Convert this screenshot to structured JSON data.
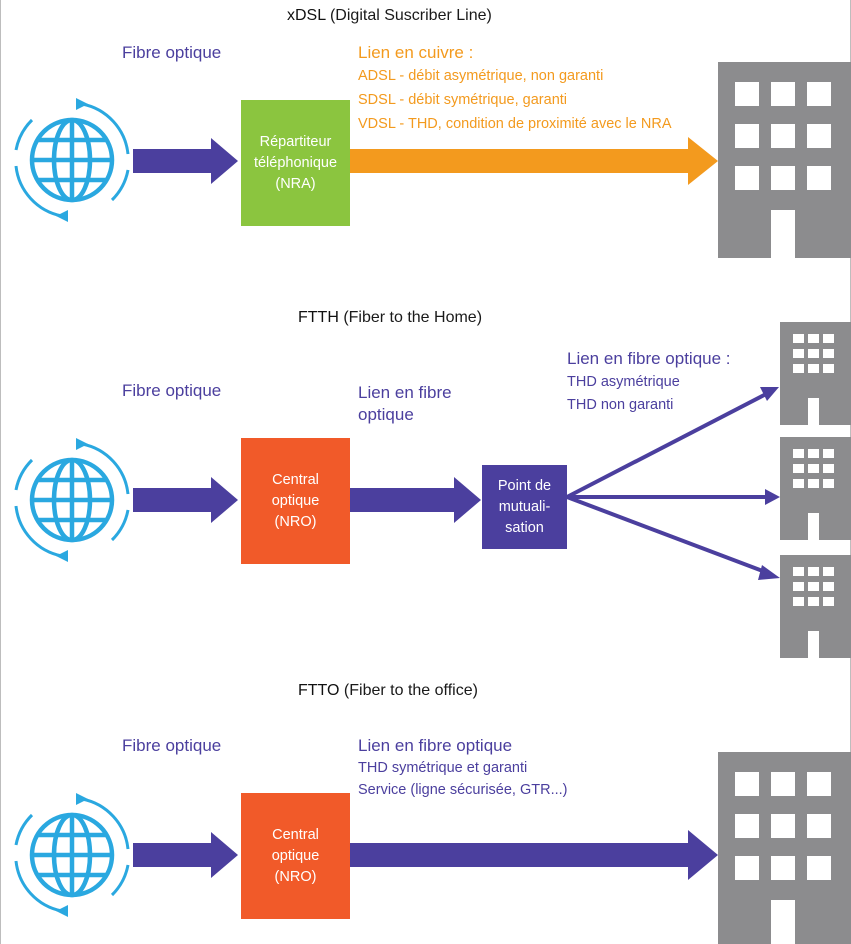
{
  "colors": {
    "purple": "#4b3f9e",
    "orange": "#f39a1e",
    "green": "#8bc53f",
    "red_orange": "#f15a29",
    "globe_blue": "#2aa8e0",
    "building_gray": "#8c8c8e"
  },
  "icons": [
    "globe-icon",
    "building-icon",
    "arrow-icon"
  ],
  "xdsl": {
    "title_main": "xDSL",
    "title_rest": " (Digital Suscriber Line)",
    "fibre_label": "Fibre optique",
    "link_title": "Lien en cuivre :",
    "link_lines": [
      "ADSL - débit asymétrique, non garanti",
      "SDSL - débit symétrique, garanti",
      "VDSL - THD, condition de proximité avec le NRA"
    ],
    "box_lines": [
      "Répartiteur",
      "téléphonique",
      "(NRA)"
    ]
  },
  "ftth": {
    "title_main": "FTTH",
    "title_rest": " (Fiber to the Home)",
    "fibre_label": "Fibre optique",
    "link_label_lines": [
      "Lien en fibre",
      "optique"
    ],
    "right_title": "Lien en fibre optique :",
    "right_lines": [
      "THD asymétrique",
      "THD non garanti"
    ],
    "central_lines": [
      "Central",
      "optique",
      "(NRO)"
    ],
    "point_lines": [
      "Point de",
      "mutuali-",
      "sation"
    ]
  },
  "ftto": {
    "title_main": "FTTO",
    "title_rest": " (Fiber to the office)",
    "fibre_label": "Fibre optique",
    "link_title": "Lien en fibre optique",
    "link_lines": [
      "THD symétrique et garanti",
      "Service (ligne sécurisée, GTR...)"
    ],
    "central_lines": [
      "Central",
      "optique",
      "(NRO)"
    ]
  }
}
